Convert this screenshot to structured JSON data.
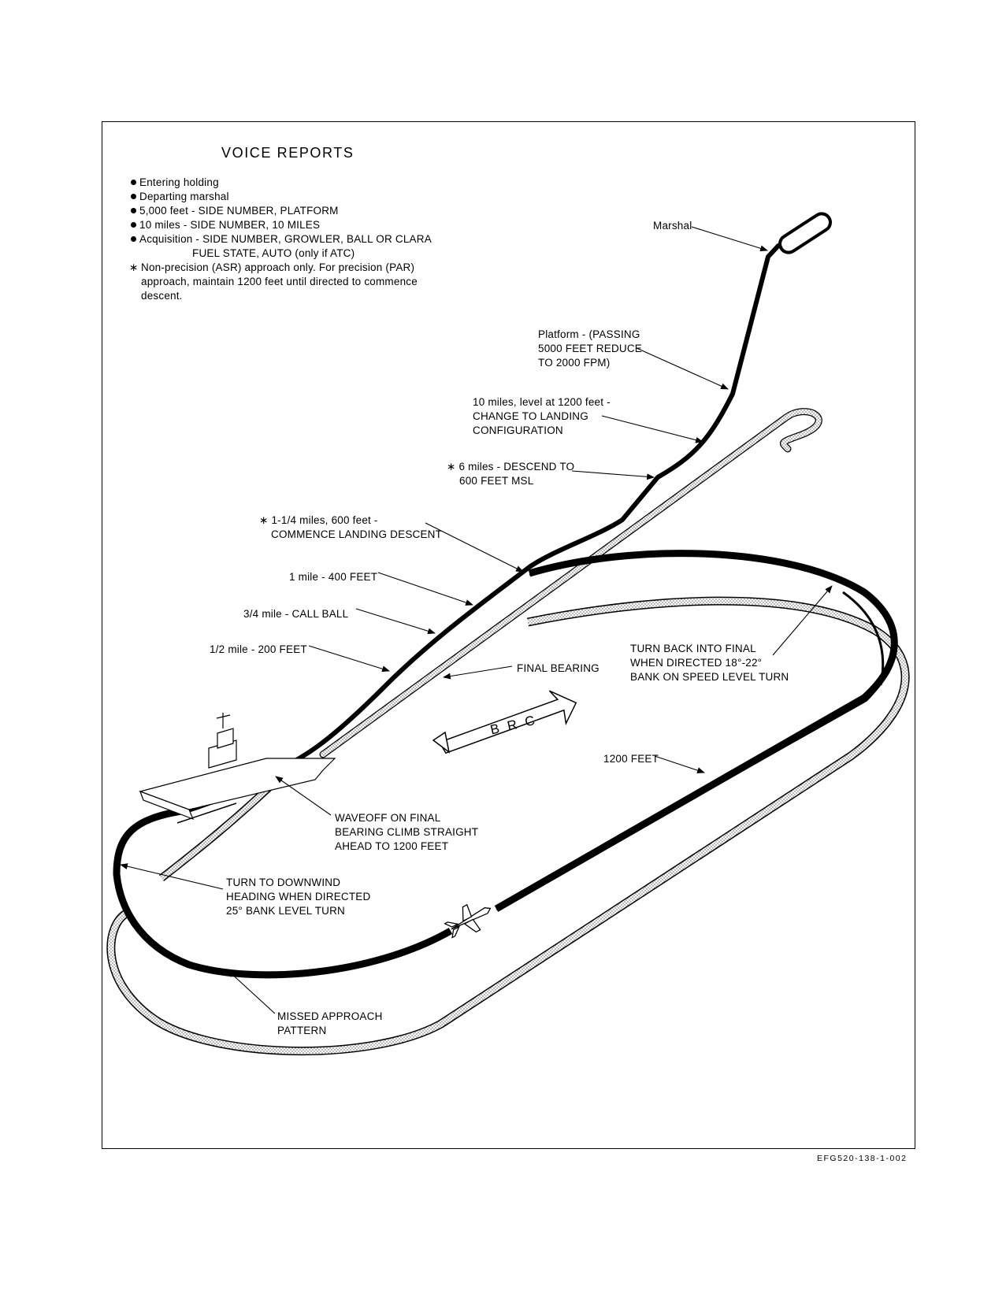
{
  "voice_reports": {
    "title": "VOICE REPORTS",
    "items": [
      "Entering holding",
      "Departing marshal",
      "5,000 feet - SIDE NUMBER, PLATFORM",
      "10 miles - SIDE NUMBER, 10 MILES",
      "Acquisition - SIDE NUMBER, GROWLER, BALL OR CLARA"
    ],
    "item_continuation": "FUEL STATE, AUTO (only if ATC)",
    "footnote_symbol": "∗",
    "footnote_lines": [
      "Non-precision (ASR) approach only. For precision (PAR)",
      "approach, maintain 1200 feet until directed to commence",
      "descent."
    ]
  },
  "labels": {
    "marshal": "Marshal",
    "platform": [
      "Platform - (PASSING",
      "5000 FEET REDUCE",
      "TO 2000 FPM)"
    ],
    "ten_miles": [
      "10 miles, level at 1200 feet -",
      "CHANGE TO LANDING",
      "CONFIGURATION"
    ],
    "six_miles": [
      "∗ 6 miles - DESCEND TO",
      "600 FEET MSL"
    ],
    "one_quarter": [
      "∗ 1-1/4 miles, 600 feet -",
      "COMMENCE LANDING DESCENT"
    ],
    "one_mile": "1 mile - 400 FEET",
    "three_quarter": "3/4 mile - CALL BALL",
    "half_mile": "1/2 mile - 200 FEET",
    "final_bearing": "FINAL BEARING",
    "turn_back": [
      "TURN BACK INTO FINAL",
      "WHEN DIRECTED 18°-22°",
      "BANK ON SPEED LEVEL TURN"
    ],
    "brc": "B R C",
    "feet_1200": "1200 FEET",
    "waveoff": [
      "WAVEOFF ON FINAL",
      "BEARING CLIMB STRAIGHT",
      "AHEAD TO 1200 FEET"
    ],
    "turn_downwind": [
      "TURN TO DOWNWIND",
      "HEADING WHEN DIRECTED",
      "25° BANK LEVEL TURN"
    ],
    "missed_approach": [
      "MISSED APPROACH",
      "PATTERN"
    ]
  },
  "figure_id": "EFG520-138-1-002"
}
